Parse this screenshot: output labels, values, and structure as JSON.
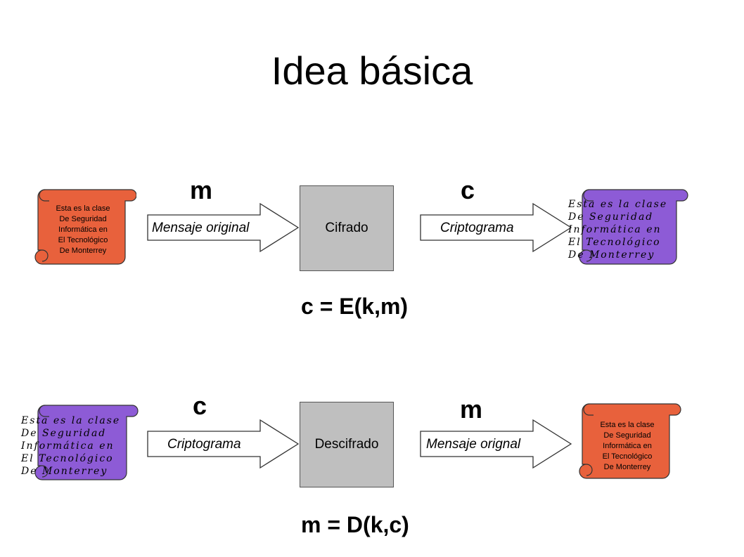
{
  "title": "Idea básica",
  "encrypt": {
    "var_in": "m",
    "var_out": "c",
    "scroll_plain": "Esta es la clase\nDe Seguridad\nInformática en\nEl Tecnológico\nDe Monterrey",
    "arrow_in_label": "Mensaje original",
    "box_label": "Cifrado",
    "arrow_out_label": "Criptograma",
    "scroll_cipher": "Esta es la clase\nDe Seguridad\nInformática en\nEl Tecnológico\nDe Monterrey",
    "formula": "c = E(k,m)"
  },
  "decrypt": {
    "var_in": "c",
    "var_out": "m",
    "scroll_cipher": "Esta es la clase\nDe Seguridad\nInformática en\nEl Tecnológico\nDe Monterrey",
    "arrow_in_label": "Criptograma",
    "box_label": "Descifrado",
    "arrow_out_label": "Mensaje orignal",
    "scroll_plain": "Esta es la clase\nDe Seguridad\nInformática en\nEl Tecnológico\nDe Monterrey",
    "formula": "m = D(k,c)"
  },
  "colors": {
    "plaintext_scroll": "#e8613c",
    "ciphertext_scroll": "#8d5bd6",
    "box": "#bfbfbf"
  }
}
